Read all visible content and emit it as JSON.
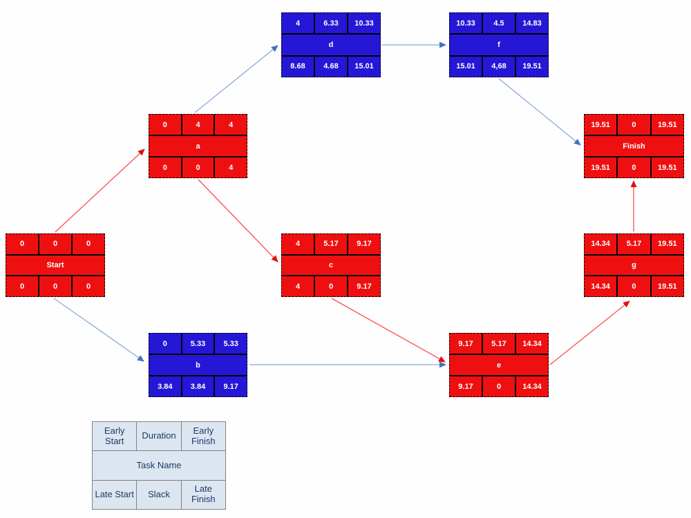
{
  "diagram_type": "pert-cpm-network",
  "colors": {
    "red_node": "#ee1010",
    "blue_node": "#2517d6",
    "red_arrow_line": "#ff4a4a",
    "red_arrow_head": "#e01010",
    "blue_arrow_line": "#8aa8d8",
    "blue_arrow_head": "#4472c4",
    "legend_bg": "#dce6f1",
    "legend_text": "#1f3864",
    "node_text": "#ffffff"
  },
  "nodes": {
    "start": {
      "name": "Start",
      "color": "red",
      "early_start": "0",
      "duration": "0",
      "early_finish": "0",
      "late_start": "0",
      "slack": "0",
      "late_finish": "0"
    },
    "a": {
      "name": "a",
      "color": "red",
      "early_start": "0",
      "duration": "4",
      "early_finish": "4",
      "late_start": "0",
      "slack": "0",
      "late_finish": "4"
    },
    "b": {
      "name": "b",
      "color": "blue",
      "early_start": "0",
      "duration": "5.33",
      "early_finish": "5.33",
      "late_start": "3.84",
      "slack": "3.84",
      "late_finish": "9.17"
    },
    "c": {
      "name": "c",
      "color": "red",
      "early_start": "4",
      "duration": "5.17",
      "early_finish": "9.17",
      "late_start": "4",
      "slack": "0",
      "late_finish": "9.17"
    },
    "d": {
      "name": "d",
      "color": "blue",
      "early_start": "4",
      "duration": "6.33",
      "early_finish": "10.33",
      "late_start": "8.68",
      "slack": "4.68",
      "late_finish": "15.01"
    },
    "e": {
      "name": "e",
      "color": "red",
      "early_start": "9.17",
      "duration": "5.17",
      "early_finish": "14.34",
      "late_start": "9.17",
      "slack": "0",
      "late_finish": "14.34"
    },
    "f": {
      "name": "f",
      "color": "blue",
      "early_start": "10.33",
      "duration": "4.5",
      "early_finish": "14.83",
      "late_start": "15.01",
      "slack": "4,68",
      "late_finish": "19.51"
    },
    "g": {
      "name": "g",
      "color": "red",
      "early_start": "14.34",
      "duration": "5.17",
      "early_finish": "19.51",
      "late_start": "14.34",
      "slack": "0",
      "late_finish": "19.51"
    },
    "finish": {
      "name": "Finish",
      "color": "red",
      "early_start": "19.51",
      "duration": "0",
      "early_finish": "19.51",
      "late_start": "19.51",
      "slack": "0",
      "late_finish": "19.51"
    }
  },
  "edges": [
    {
      "from": "Start",
      "to": "a",
      "color": "red"
    },
    {
      "from": "Start",
      "to": "b",
      "color": "blue"
    },
    {
      "from": "a",
      "to": "d",
      "color": "blue"
    },
    {
      "from": "a",
      "to": "c",
      "color": "red"
    },
    {
      "from": "d",
      "to": "f",
      "color": "blue"
    },
    {
      "from": "f",
      "to": "Finish",
      "color": "blue"
    },
    {
      "from": "b",
      "to": "e",
      "color": "blue"
    },
    {
      "from": "c",
      "to": "e",
      "color": "red"
    },
    {
      "from": "e",
      "to": "g",
      "color": "red"
    },
    {
      "from": "g",
      "to": "Finish",
      "color": "red"
    }
  ],
  "legend": {
    "early_start": "Early Start",
    "duration": "Duration",
    "early_finish": "Early Finish",
    "task_name": "Task Name",
    "late_start": "Late Start",
    "slack": "Slack",
    "late_finish": "Late Finish"
  }
}
